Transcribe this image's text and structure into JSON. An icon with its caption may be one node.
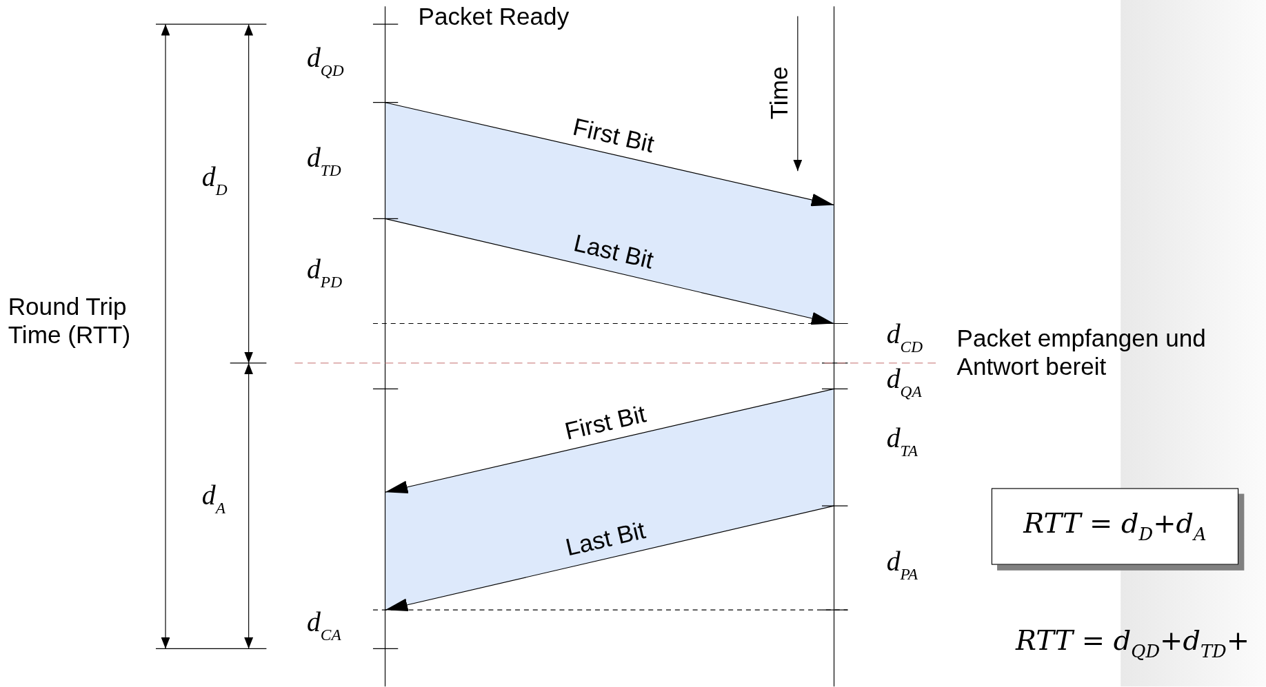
{
  "diagram": {
    "nodes": [
      {
        "text": [
          "RTT = d$_{D}$+d$_{A}$"
        ]
      }
    ],
    "labels": [
      "Packet Ready",
      "Time",
      "d$_{QD}$",
      "d$_{TD}$",
      "d$_{PD}$",
      "d$_{D}$",
      "Round Trip Time (RTT)",
      "First Bit",
      "Last Bit",
      "d$_{CD}$",
      "Packet empfangen und Antwort bereit",
      "d$_{QA}$",
      "First Bit",
      "d$_{TA}$",
      "d$_{A}$",
      "Last Bit",
      "d$_{PA}$",
      "d$_{CA}$",
      "RTT = d$_{QD}$+d$_{TD}$+"
    ]
  }
}
